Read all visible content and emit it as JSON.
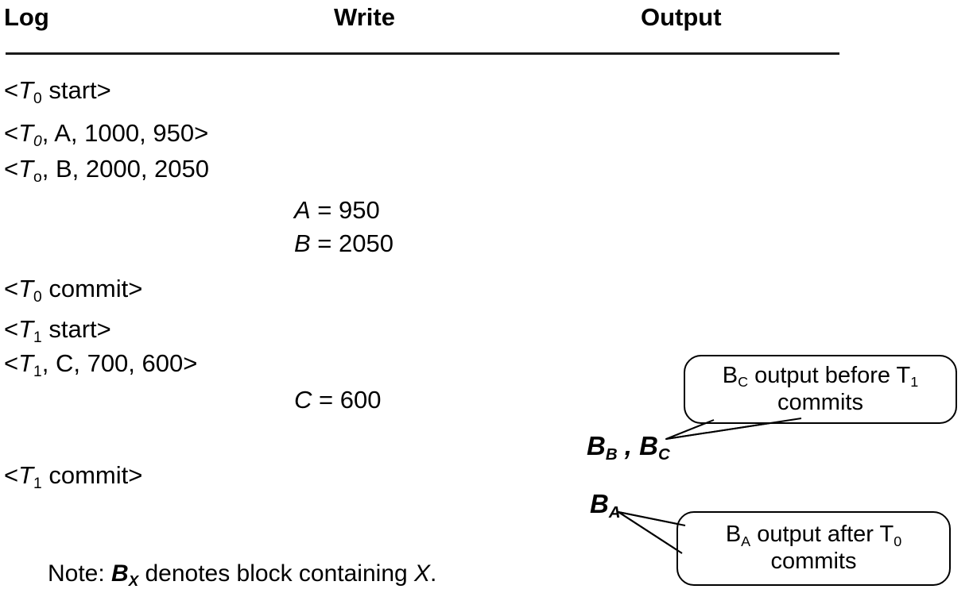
{
  "figure": {
    "title_columns": {
      "log": "Log",
      "write": "Write",
      "output": "Output"
    },
    "note": {
      "prefix": "Note: ",
      "symbol_base": "B",
      "symbol_sub": "X",
      "text": " denotes block containing ",
      "var": "X",
      "period": "."
    }
  },
  "log_column": [
    {
      "open": "<",
      "txn": "T",
      "sub": "0",
      "sub_italic": false,
      "rest": " start>",
      "rest_bold": true
    },
    {
      "open": "<",
      "txn": "T",
      "sub": "0",
      "sub_italic": true,
      "rest": ", A, 1000, 950>",
      "rest_bold": false
    },
    {
      "open": "<",
      "txn": "T",
      "sub": "o",
      "sub_italic": false,
      "rest": ", B, 2000, 2050",
      "rest_bold": false
    },
    {
      "open": "<",
      "txn": "T",
      "sub": "0",
      "sub_italic": false,
      "rest": " commit>",
      "rest_bold": true
    },
    {
      "open": "<",
      "txn": "T",
      "sub": "1",
      "sub_italic": false,
      "rest": " start>",
      "rest_bold": true
    },
    {
      "open": "<",
      "txn": "T",
      "sub": "1",
      "sub_italic": false,
      "rest": ", C, 700, 600>",
      "rest_bold": false
    },
    {
      "open": "<",
      "txn": "T",
      "sub": "1",
      "sub_italic": false,
      "rest": " commit>",
      "rest_bold": true
    }
  ],
  "write_column": [
    {
      "var": "A",
      "eq": " = ",
      "value": "950"
    },
    {
      "var": "B",
      "eq": " = ",
      "value": "2050"
    },
    {
      "var": "C",
      "eq": " = ",
      "value": "600"
    }
  ],
  "output_column": {
    "blocks_bc": {
      "b1": "B",
      "b1_sub": "B",
      "sep": " , ",
      "b2": "B",
      "b2_sub": "C"
    },
    "blocks_ba": {
      "b1": "B",
      "b1_sub": "A"
    }
  },
  "callouts": [
    {
      "id": "callout-bc",
      "line1_base": "B",
      "line1_sub": "C",
      "line1_mid": " output before T",
      "line1_sub2": "1",
      "line2": "commits"
    },
    {
      "id": "callout-ba",
      "line1_base": "B",
      "line1_sub": "A",
      "line1_mid": " output after T",
      "line1_sub2": "0",
      "line2": "commits"
    }
  ],
  "colors": {
    "ink": "#000000",
    "rule": "#1a1a1a",
    "background": "#ffffff"
  }
}
